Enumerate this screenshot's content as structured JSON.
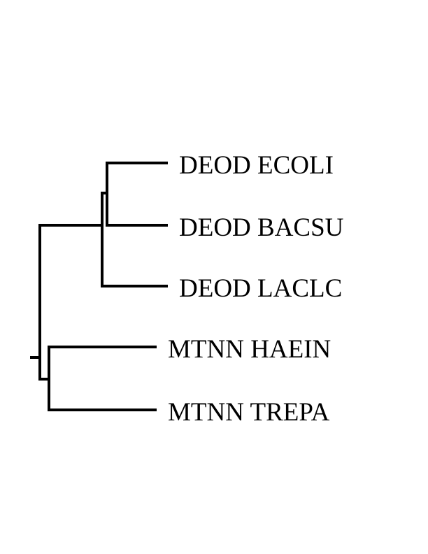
{
  "tree": {
    "line_color": "#000000",
    "leaves": [
      {
        "id": "deod-ecoli",
        "label": "DEOD ECOLI"
      },
      {
        "id": "deod-bacsu",
        "label": "DEOD BACSU"
      },
      {
        "id": "deod-laclc",
        "label": "DEOD LACLC"
      },
      {
        "id": "mtnn-haein",
        "label": "MTNN HAEIN"
      },
      {
        "id": "mtnn-trepa",
        "label": "MTNN TREPA"
      }
    ]
  }
}
